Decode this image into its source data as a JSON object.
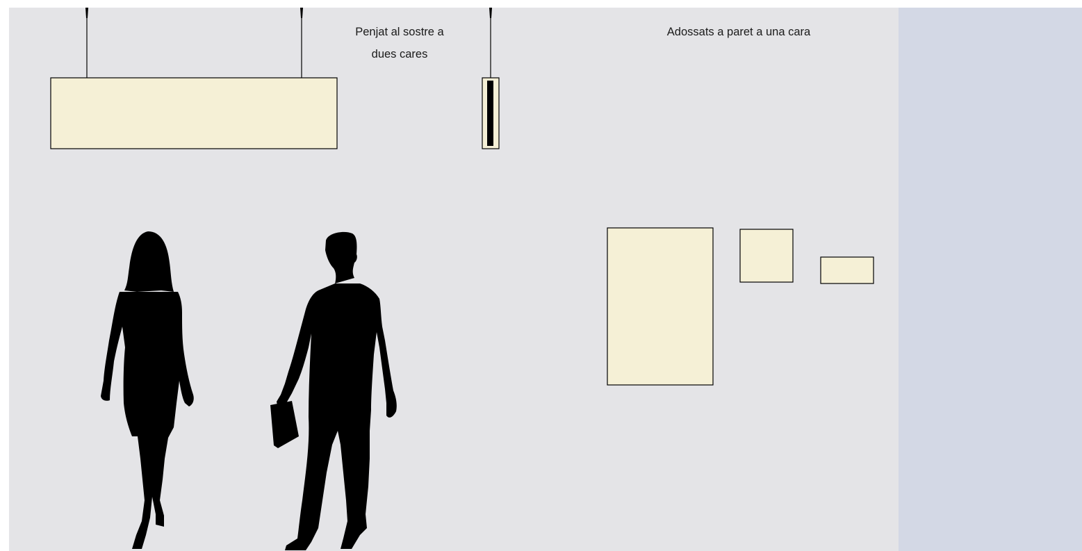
{
  "labels": {
    "ceiling_two_sided_line1": "Penjat al sostre a",
    "ceiling_two_sided_line2": "dues cares",
    "wall_one_sided": "Adossats a paret a una cara"
  },
  "colors": {
    "wall": "#e4e4e7",
    "side_panel": "#d3d8e5",
    "sign_fill": "#f5f0d6",
    "outline": "#000000",
    "silhouette": "#000000"
  }
}
